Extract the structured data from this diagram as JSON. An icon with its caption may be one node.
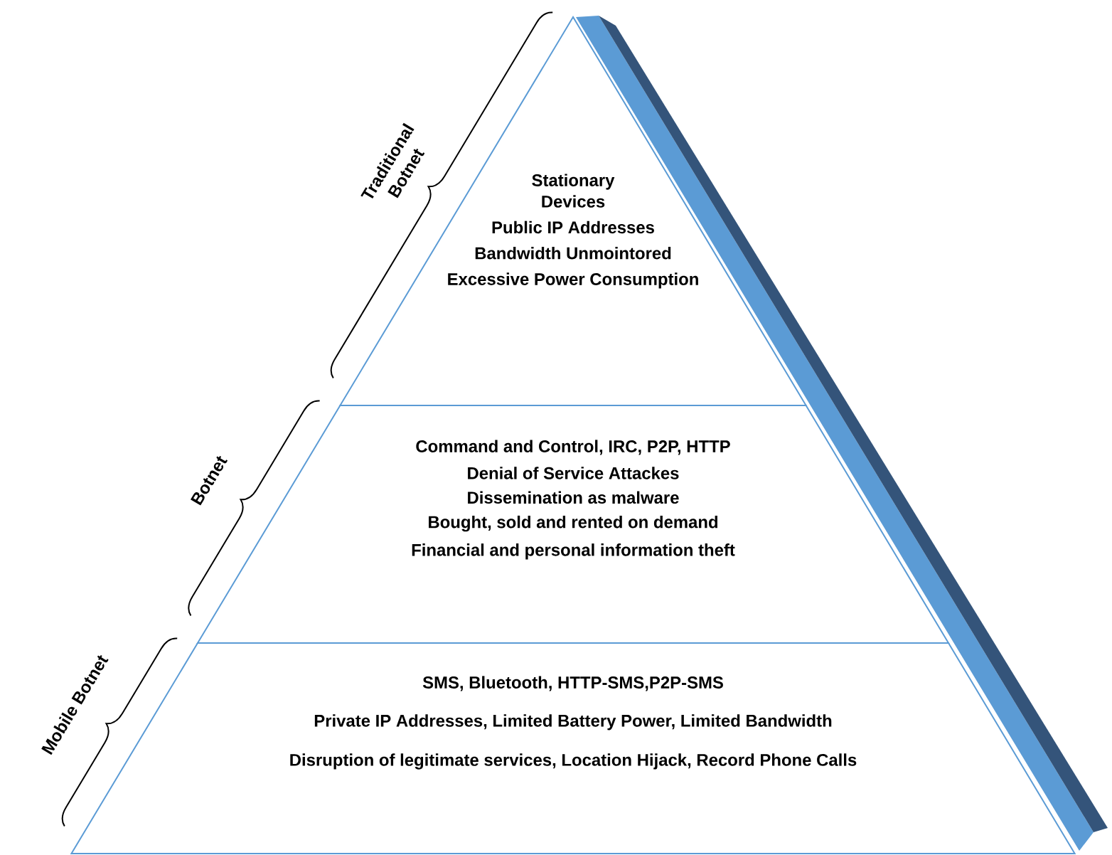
{
  "diagram": {
    "nodes": [
      {
        "text": [
          "Stationary Devices",
          "Public IP Addresses",
          "Bandwidth Unmointored",
          "Excessive Power Consumption"
        ]
      },
      {
        "text": [
          "Command and Control, IRC, P2P, HTTP",
          "Denial of Service Attackes",
          "Dissemination as malware",
          "Bought, sold and rented on demand",
          "Financial and personal information theft"
        ]
      },
      {
        "text": [
          "SMS, Bluetooth, HTTP-SMS,P2P-SMS",
          "Private IP Addresses, Limited Battery Power, Limited Bandwidth",
          "Disruption of legitimate services, Location Hijack, Record Phone Calls"
        ]
      }
    ],
    "labels": [
      "Traditional Botnet",
      "Botnet",
      "Mobile Botnet"
    ]
  }
}
